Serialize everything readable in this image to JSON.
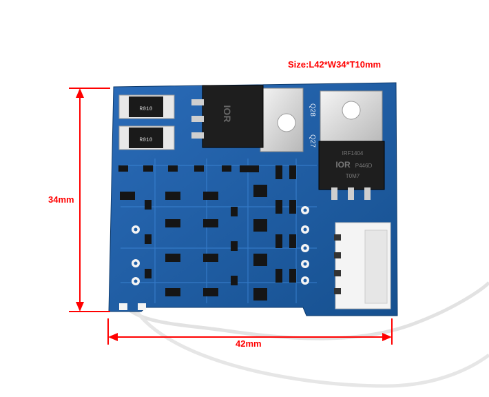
{
  "size_title": "Size:L42*W34*T10mm",
  "height_label": "34mm",
  "width_label": "42mm",
  "board_markings": {
    "resistor_top": "R010",
    "resistor_bottom": "R010",
    "mosfet_a": "IOR",
    "mosfet_b_line1": "IRF1404",
    "mosfet_b_line2": "IOR",
    "mosfet_b_line3": "P446D",
    "mosfet_b_line4": "T0M7",
    "q28": "Q28",
    "q27": "Q27"
  },
  "colors": {
    "dimension_red": "#ff0000",
    "pcb_blue": "#1f5fa8",
    "wire_white": "#f0f0f0"
  }
}
